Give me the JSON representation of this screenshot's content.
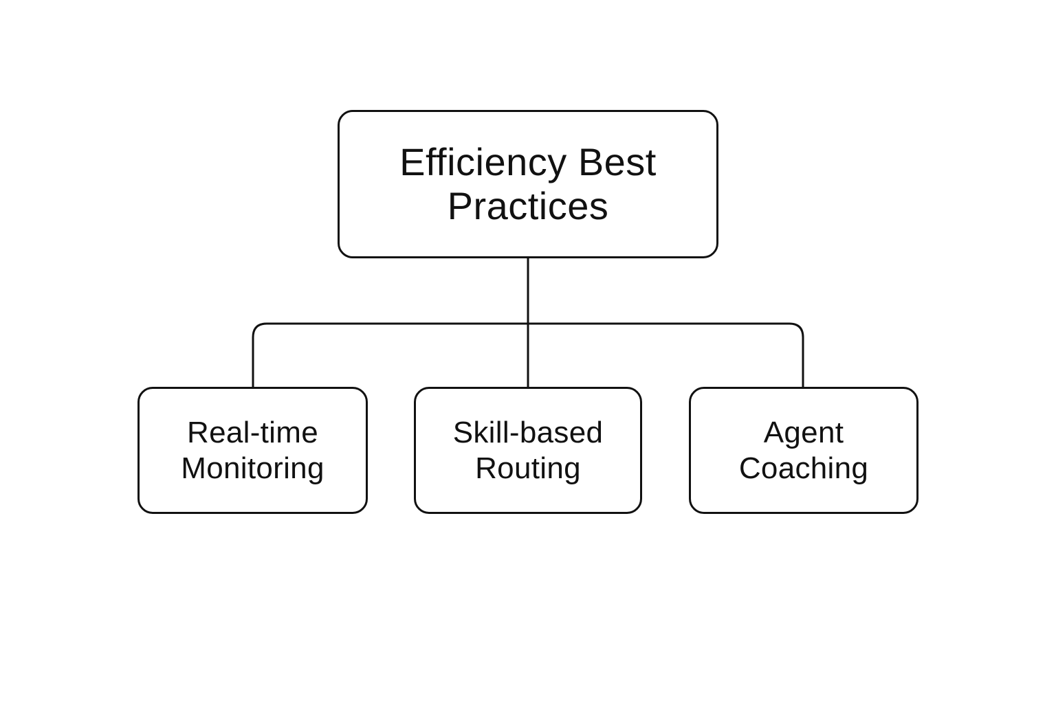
{
  "root": {
    "lines": [
      "Efficiency Best",
      "Practices"
    ]
  },
  "children": [
    {
      "lines": [
        "Real-time",
        "Monitoring"
      ]
    },
    {
      "lines": [
        "Skill-based",
        "Routing"
      ]
    },
    {
      "lines": [
        "Agent",
        "Coaching"
      ]
    }
  ],
  "colors": {
    "stroke": "#111111",
    "background": "#ffffff"
  }
}
